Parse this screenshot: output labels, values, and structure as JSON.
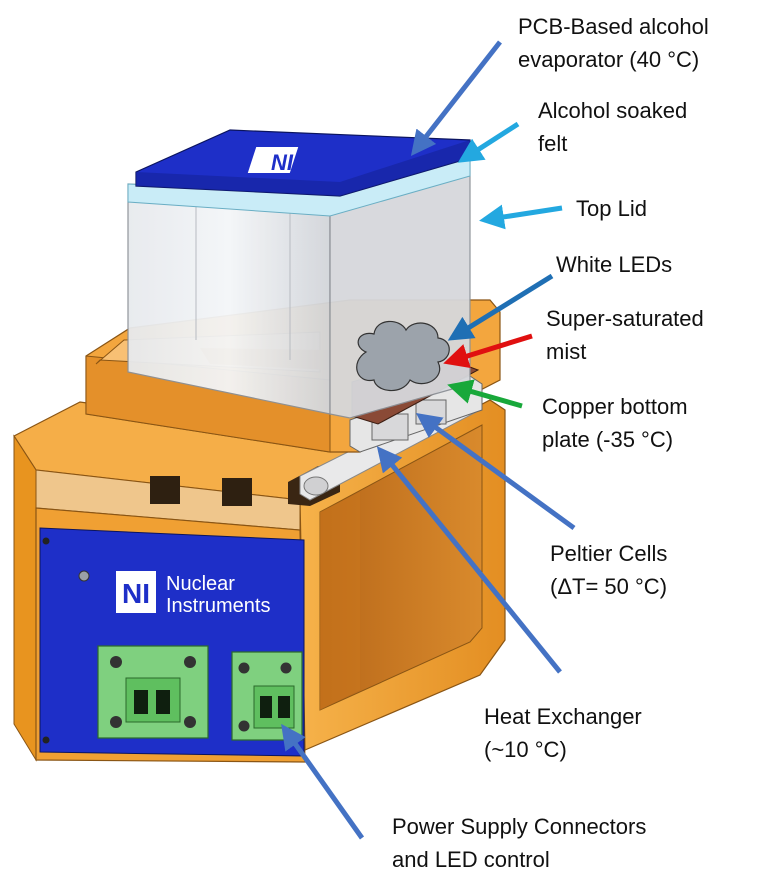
{
  "labels": {
    "evaporator": {
      "line1": "PCB-Based alcohol",
      "line2": "evaporator  (40 °C)"
    },
    "felt": {
      "line1": "Alcohol soaked",
      "line2": "felt"
    },
    "lid": {
      "line1": "Top Lid"
    },
    "leds": {
      "line1": "White LEDs"
    },
    "mist": {
      "line1": "Super-saturated",
      "line2": "mist"
    },
    "copper": {
      "line1": "Copper bottom",
      "line2": "plate (-35 °C)"
    },
    "peltier": {
      "line1": "Peltier Cells",
      "line2": "(ΔT= 50 °C)"
    },
    "heat_exchanger": {
      "line1": "Heat Exchanger",
      "line2": "(~10 °C)"
    },
    "power": {
      "line1": "Power Supply Connectors",
      "line2": "and LED control"
    }
  },
  "brand": {
    "lid_logo": "NI",
    "panel_logo": "NI",
    "panel_text_line1": "Nuclear",
    "panel_text_line2": "Instruments"
  },
  "colors": {
    "arrow_blue": "#4472C4",
    "arrow_light_blue": "#23A8E0",
    "arrow_dark_blue": "#1F6FB4",
    "arrow_red": "#E01010",
    "arrow_green": "#18A83A",
    "orange": "#F2A23A",
    "panel_blue": "#1E2FC8",
    "copper": "#8A4A36",
    "connector_green": "#7FD07F"
  }
}
